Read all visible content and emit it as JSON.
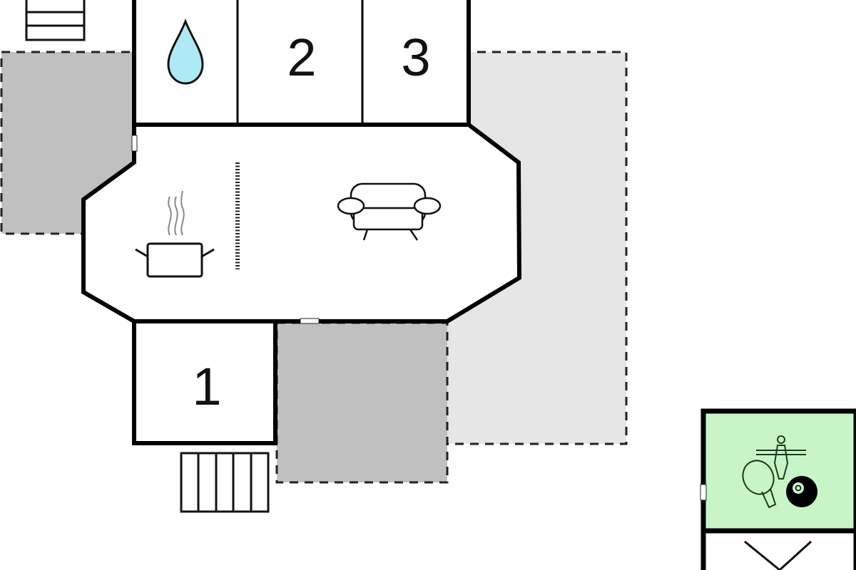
{
  "rooms": {
    "bedroom_1": "1",
    "bedroom_2": "2",
    "bedroom_3": "3"
  },
  "icons": [
    "water-drop-icon",
    "cooking-pot-icon",
    "sofa-icon",
    "foosball-icon",
    "ping-pong-paddle-icon",
    "billiard-ball-icon",
    "stairs-icon",
    "fireplace-icon"
  ],
  "colors": {
    "terrace_dark": "#c0c0c0",
    "terrace_light": "#e6e6e6",
    "game_room": "#c8f5c8",
    "water": "#aeeaf5",
    "wall": "#000000"
  }
}
